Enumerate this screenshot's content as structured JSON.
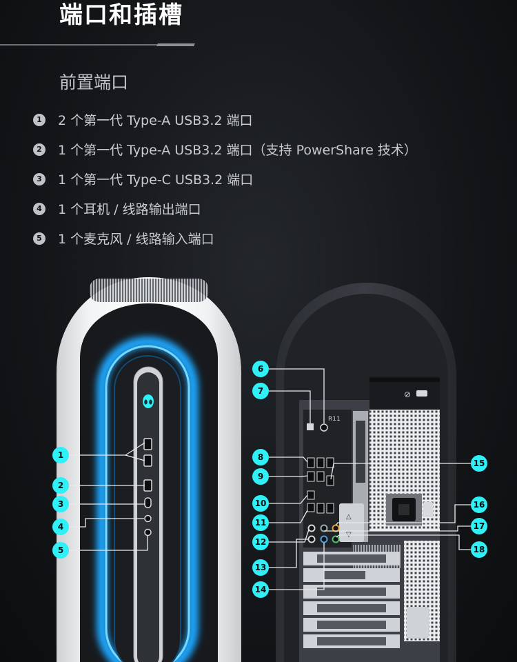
{
  "header": {
    "title": "端口和插槽"
  },
  "front": {
    "section_title": "前置端口",
    "items": [
      {
        "num": "1",
        "text": "2 个第一代 Type-A USB3.2 端口"
      },
      {
        "num": "2",
        "text": "1 个第一代 Type-A USB3.2 端口（支持 PowerShare 技术）"
      },
      {
        "num": "3",
        "text": "1 个第一代 Type-C USB3.2 端口"
      },
      {
        "num": "4",
        "text": "1 个耳机 / 线路输出端口"
      },
      {
        "num": "5",
        "text": "1 个麦克风 / 线路输入端口"
      }
    ]
  },
  "figure": {
    "rear_badge": "R11",
    "callouts": [
      "1",
      "2",
      "3",
      "4",
      "5",
      "6",
      "7",
      "8",
      "9",
      "10",
      "11",
      "12",
      "13",
      "14",
      "15",
      "16",
      "17",
      "18"
    ]
  },
  "colors": {
    "accent_cyan": "#2ff0f6",
    "glow_blue": "#1aa7ff",
    "background": "#131518",
    "chassis_white": "#e9eaec"
  },
  "icons": [
    "alien-logo-icon",
    "power-button-icon",
    "lock-icon"
  ]
}
